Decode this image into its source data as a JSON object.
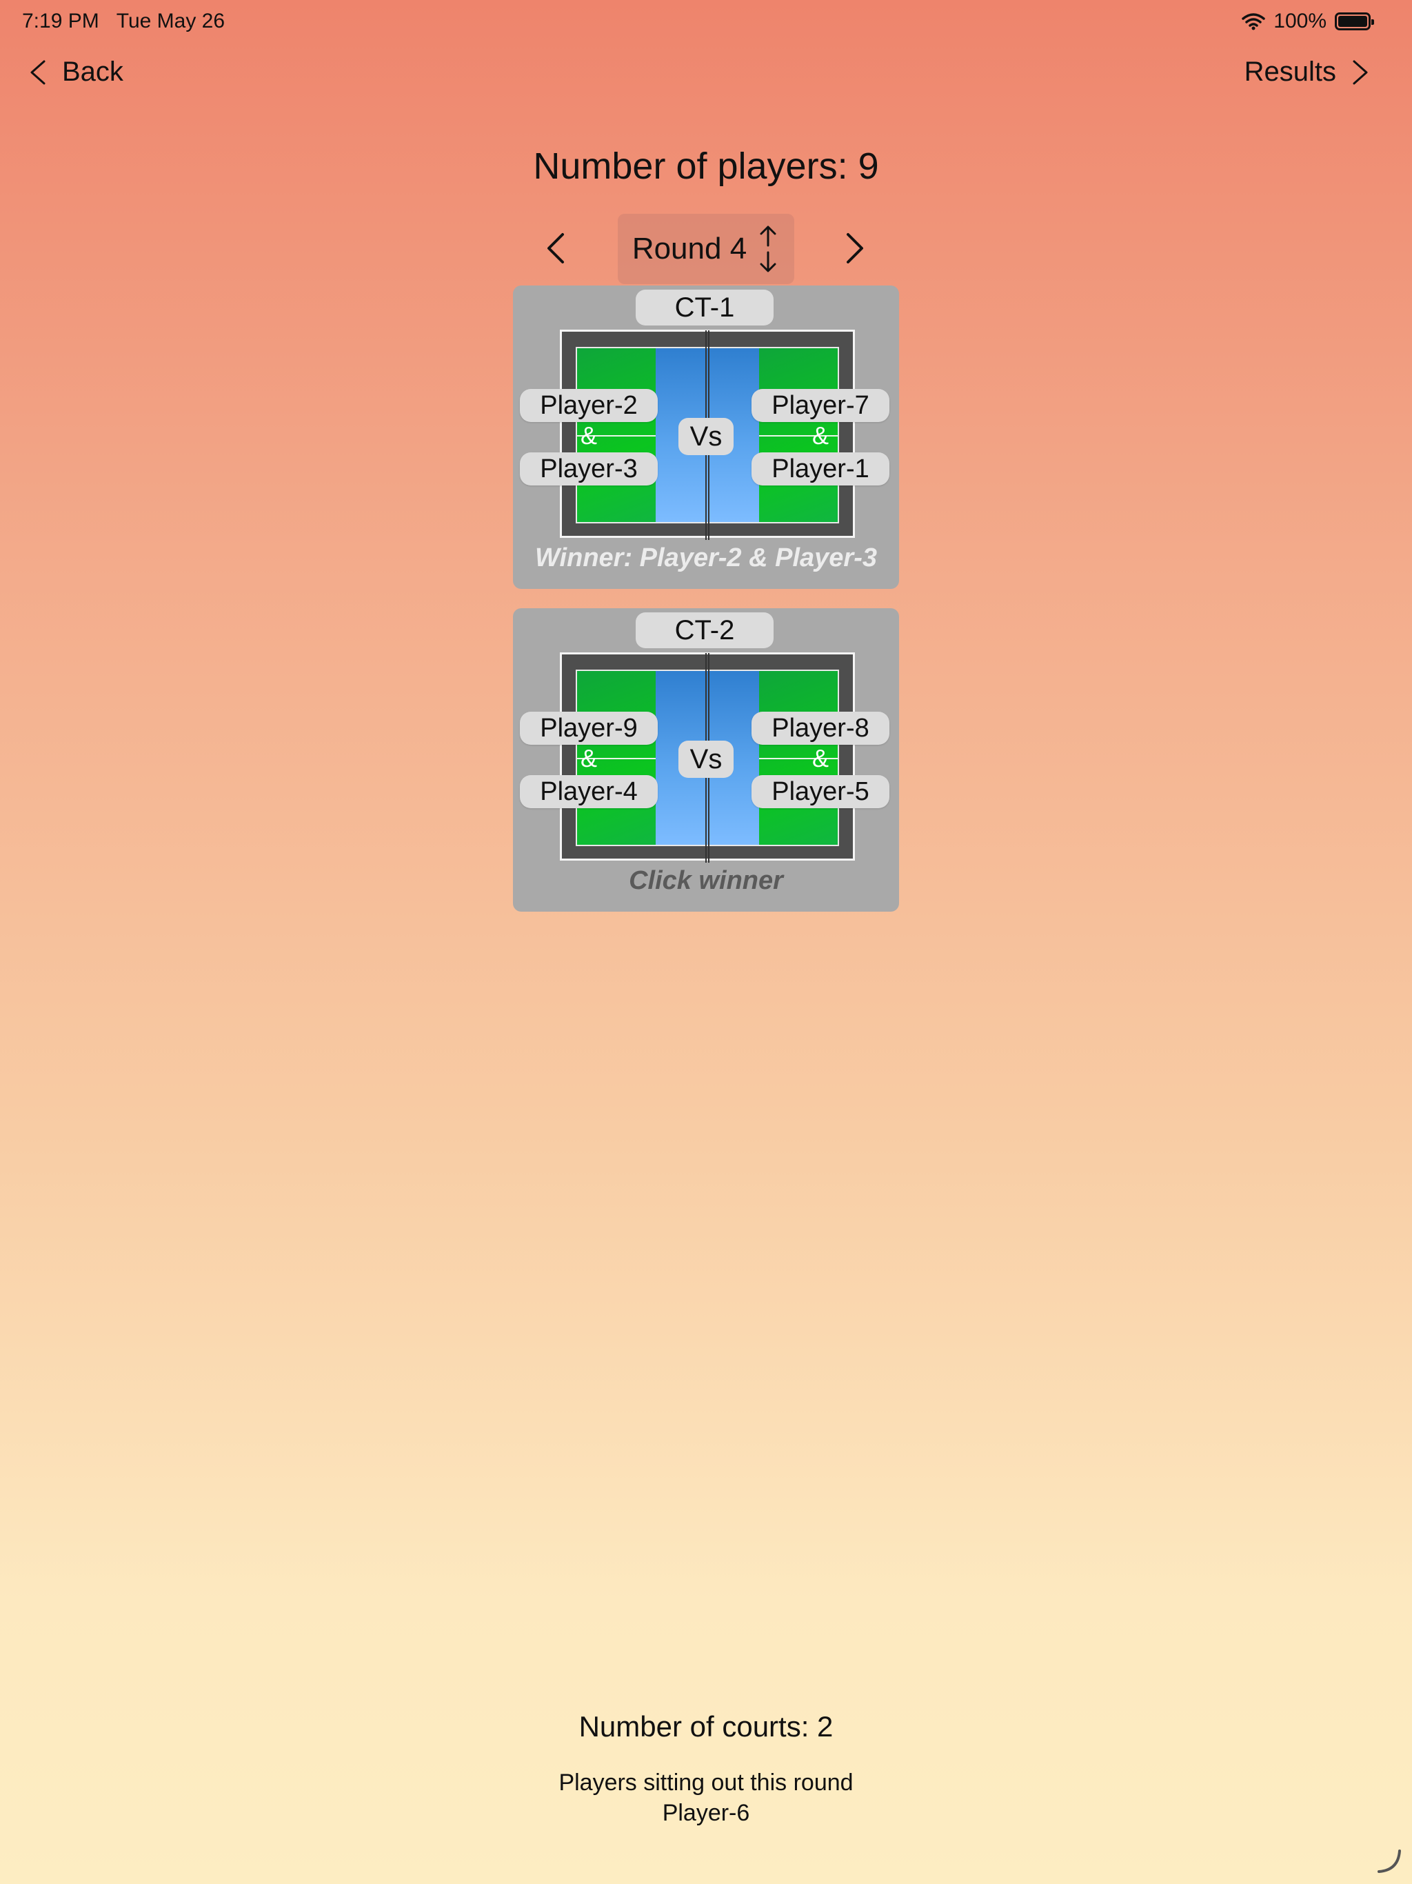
{
  "status_bar": {
    "time": "7:19 PM",
    "date": "Tue May 26",
    "battery": "100%"
  },
  "nav": {
    "back_label": "Back",
    "results_label": "Results"
  },
  "header": {
    "players_count": "Number of players: 9"
  },
  "round": {
    "label": "Round 4"
  },
  "courts": [
    {
      "name": "CT-1",
      "team_left": [
        "Player-2",
        "Player-3"
      ],
      "team_right": [
        "Player-7",
        "Player-1"
      ],
      "separator": "&",
      "vs": "Vs",
      "result": "Winner: Player-2 & Player-3"
    },
    {
      "name": "CT-2",
      "team_left": [
        "Player-9",
        "Player-4"
      ],
      "team_right": [
        "Player-8",
        "Player-5"
      ],
      "separator": "&",
      "vs": "Vs",
      "result": "Click winner"
    }
  ],
  "footer": {
    "courts_count": "Number of courts: 2",
    "sitting_out_title": "Players sitting out this round",
    "sitting_out_players": "Player-6"
  },
  "colors": {
    "court_green": "#0bc51f",
    "kitchen_blue": "#5aa4ee",
    "card_gray": "#a9a9a9"
  },
  "icons": {
    "back": "chevron-left-icon",
    "results": "chevron-right-icon",
    "round_prev": "chevron-left-icon",
    "round_next": "chevron-right-icon",
    "round_picker": "up-down-arrows-icon",
    "wifi": "wifi-icon",
    "battery": "battery-icon"
  }
}
